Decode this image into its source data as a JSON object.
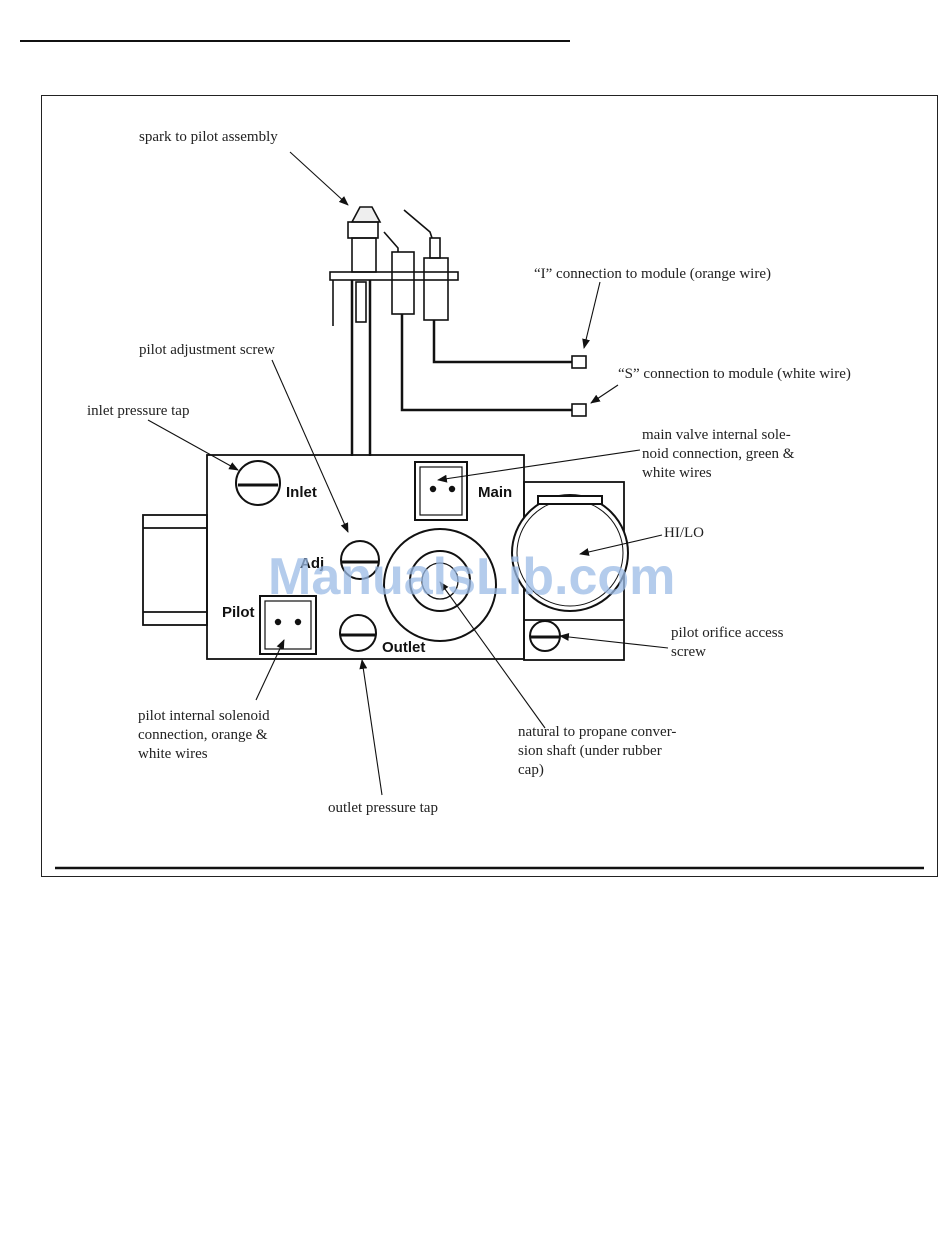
{
  "callouts": {
    "spark": "spark to pilot assembly",
    "i_conn": "“I” connection to module (orange wire)",
    "s_conn": "“S” connection to module (white wire)",
    "pilot_adj": "pilot adjustment screw",
    "inlet_tap": "inlet pressure tap",
    "main_valve": [
      "main valve internal sole-",
      "noid connection, green &",
      "white wires"
    ],
    "hilo": "HI/LO",
    "pilot_orifice": [
      "pilot orifice access",
      "screw"
    ],
    "pilot_solenoid": [
      "pilot internal solenoid",
      "connection, orange &",
      "white wires"
    ],
    "conversion": [
      "natural to propane conver-",
      "sion shaft (under rubber",
      "cap)"
    ],
    "outlet_tap": "outlet pressure tap"
  },
  "valve_labels": {
    "inlet": "Inlet",
    "main": "Main",
    "pilot": "Pilot",
    "outlet": "Outlet",
    "adj": "Adj"
  },
  "watermark": "ManualsLib.com"
}
